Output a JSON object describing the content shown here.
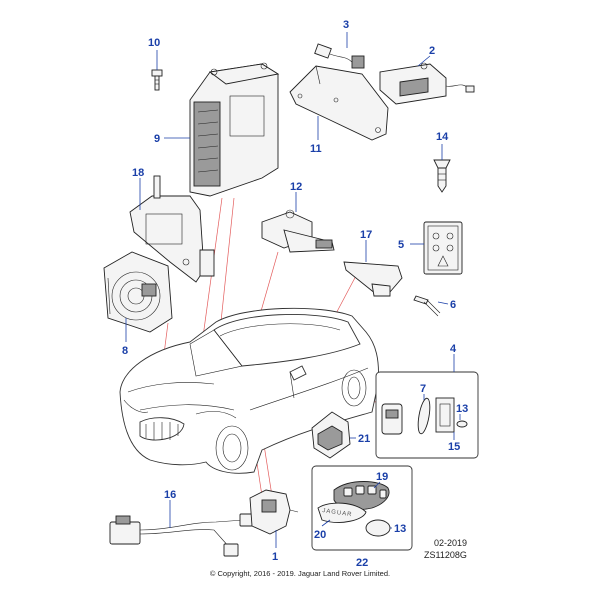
{
  "callouts": {
    "c1": "1",
    "c2": "2",
    "c3": "3",
    "c4": "4",
    "c5": "5",
    "c6": "6",
    "c7": "7",
    "c8": "8",
    "c9": "9",
    "c10": "10",
    "c11": "11",
    "c12": "12",
    "c13a": "13",
    "c13b": "13",
    "c14": "14",
    "c15": "15",
    "c16": "16",
    "c17": "17",
    "c18": "18",
    "c19": "19",
    "c20": "20",
    "c21": "21",
    "c22": "22"
  },
  "fob_emboss": "JAGUAR",
  "meta": {
    "date": "02-2019",
    "drawing_id": "ZS11208G",
    "copyright": "© Copyright, 2016 - 2019. Jaguar Land Rover Limited."
  },
  "colors": {
    "callout": "#1a3fa8",
    "reference_line": "#e35b5b"
  }
}
